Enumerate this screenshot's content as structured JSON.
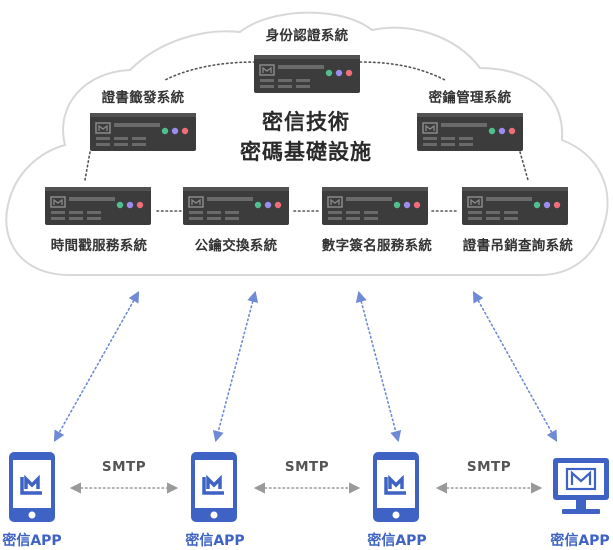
{
  "infrastructure": {
    "title_line1": "密信技術",
    "title_line2": "密碼基礎設施"
  },
  "servers": {
    "identity": "身份認證系統",
    "cert_issuance": "證書籤發系統",
    "key_management": "密鑰管理系統",
    "timestamp": "時間戳服務系統",
    "key_exchange": "公鑰交換系統",
    "digital_signature": "數字簽名服務系統",
    "cert_revocation": "證書吊銷查詢系統"
  },
  "clients": {
    "app_label_1": "密信APP",
    "app_label_2": "密信APP",
    "app_label_3": "密信APP",
    "app_label_4": "密信APP",
    "protocol_1": "SMTP",
    "protocol_2": "SMTP",
    "protocol_3": "SMTP"
  },
  "colors": {
    "accent": "#3f63c4",
    "server_body": "#3c3c3c",
    "led_green": "#4fc08d",
    "led_purple": "#9b8cf0",
    "led_red": "#f06d7a"
  }
}
